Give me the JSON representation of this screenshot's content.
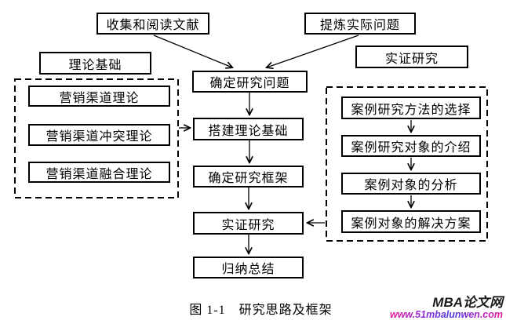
{
  "figure": {
    "caption": "图 1-1　研究思路及框架"
  },
  "watermark": {
    "brand": "MBA论文网",
    "url": "www.51mbalunwen.com"
  },
  "colors": {
    "box_border": "#000000",
    "text": "#000000",
    "watermark_brand": "#1c1c1c",
    "watermark_url_pink": "#e6179c",
    "watermark_url_blue": "#4b38e0"
  },
  "flowchart": {
    "top": {
      "collect": "收集和阅读文献",
      "refine": "提炼实际问题"
    },
    "left_group": {
      "label": "理论基础",
      "items": [
        "营销渠道理论",
        "营销渠道冲突理论",
        "营销渠道融合理论"
      ]
    },
    "right_group": {
      "label": "实证研究",
      "items": [
        "案例研究方法的选择",
        "案例研究对象的介绍",
        "案例对象的分析",
        "案例对象的解决方案"
      ]
    },
    "main_flow": [
      "确定研究问题",
      "搭建理论基础",
      "确定研究框架",
      "实证研究",
      "归纳总结"
    ]
  }
}
